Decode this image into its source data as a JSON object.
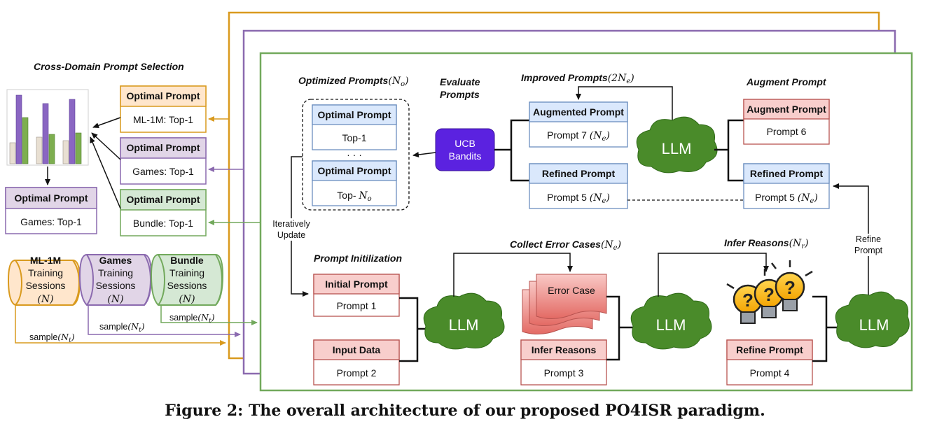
{
  "cross_domain": {
    "title": "Cross-Domain Prompt Selection",
    "selected": {
      "header": "Optimal Prompt",
      "body": "Games: Top-1"
    },
    "cards": [
      {
        "header": "Optimal Prompt",
        "body": "ML-1M: Top-1",
        "color": "#D99A1E"
      },
      {
        "header": "Optimal Prompt",
        "body": "Games: Top-1",
        "color": "#8B6AAF"
      },
      {
        "header": "Optimal Prompt",
        "body": "Bundle: Top-1",
        "color": "#72A95C"
      }
    ],
    "chart_groups": [
      {
        "values": [
          0.3,
          0.98,
          0.66
        ]
      },
      {
        "values": [
          0.38,
          0.86,
          0.42
        ]
      },
      {
        "values": [
          0.33,
          0.92,
          0.44
        ]
      }
    ]
  },
  "datasets": [
    {
      "name": "ML-1M",
      "line1": "Training",
      "line2": "Sessions",
      "count": "(N)",
      "sample_prefix": "sample",
      "sample_math": "(N",
      "sample_sub": "t",
      "sample_close": ")"
    },
    {
      "name": "Games",
      "line1": "Training",
      "line2": "Sessions",
      "count": "(N)",
      "sample_prefix": "sample",
      "sample_math": "(N",
      "sample_sub": "t",
      "sample_close": ")"
    },
    {
      "name": "Bundle",
      "line1": "Training",
      "line2": "Sessions",
      "count": "(N)",
      "sample_prefix": "sample",
      "sample_math": "(N",
      "sample_sub": "t",
      "sample_close": ")"
    }
  ],
  "optimized": {
    "title": "Optimized Prompts",
    "title_math": "(N",
    "title_sub": "o",
    "title_close": ")",
    "card1_header": "Optimal Prompt",
    "card1_body": "Top-1",
    "ellipsis": "· · ·",
    "card2_header": "Optimal Prompt",
    "card2_body": "Top- ",
    "card2_math": "N",
    "card2_sub": "o",
    "update_line1": "Iteratively",
    "update_line2": "Update"
  },
  "evaluate": {
    "line1": "Evaluate",
    "line2": "Prompts",
    "ucb_line1": "UCB",
    "ucb_line2": "Bandits"
  },
  "improved": {
    "title": "Improved Prompts",
    "title_math": "(2N",
    "title_sub": "e",
    "title_close": ")",
    "augmented_header": "Augmented Prompt",
    "augmented_body": "Prompt 7  ",
    "augmented_math": "(N",
    "refined_header": "Refined Prompt",
    "refined_body": "Prompt 5  ",
    "refined_math": "(N",
    "sub": "e",
    "close": ")"
  },
  "augment": {
    "title": "Augment Prompt",
    "aug_header": "Augment Prompt",
    "aug_body": "Prompt 6",
    "ref_header": "Refined Prompt",
    "ref_body": "Prompt 5  ",
    "ref_math": "(N",
    "ref_sub": "e",
    "ref_close": ")",
    "refine_line1": "Refine",
    "refine_line2": "Prompt"
  },
  "init": {
    "title": "Prompt Initilization",
    "initial_header": "Initial Prompt",
    "initial_body": "Prompt 1",
    "input_header": "Input Data",
    "input_body": "Prompt 2"
  },
  "collect": {
    "title": "Collect Error Cases",
    "title_math": "(N",
    "title_sub": "e",
    "title_close": ")",
    "error_label": "Error Case",
    "infer_header": "Infer Reasons",
    "infer_body": "Prompt 3"
  },
  "infer": {
    "title": "Infer Reasons",
    "title_math": "(N",
    "title_sub": "r",
    "title_close": ")",
    "refine_header": "Refine Prompt",
    "refine_body": "Prompt 4"
  },
  "llm_label": "LLM",
  "caption": "Figure 2: The overall architecture of our proposed PO4ISR paradigm.",
  "colors": {
    "orange": "#D99A1E",
    "purple": "#8B6AAF",
    "green": "#72A95C",
    "blue_header": "#DAE8FC",
    "blue_border": "#6C8EBF",
    "red_header": "#F8CECC",
    "red_border": "#B85450",
    "orange_header": "#FFE6CC",
    "purple_header": "#E1D5E7",
    "green_header": "#D5E8D4",
    "cloud": "#4A8B2A",
    "ucb": "#5B22E0"
  }
}
